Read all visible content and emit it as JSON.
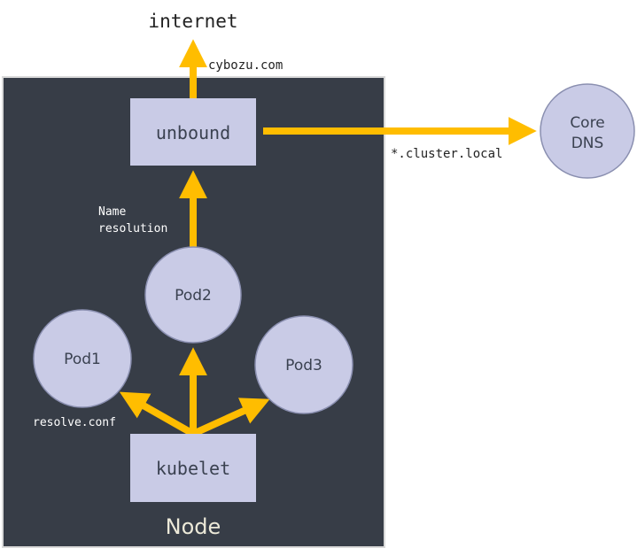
{
  "internet_label": "internet",
  "node_label": "Node",
  "boxes": {
    "unbound": "unbound",
    "kubelet": "kubelet"
  },
  "nodes": {
    "coredns_line1": "Core",
    "coredns_line2": "DNS",
    "pod1": "Pod1",
    "pod2": "Pod2",
    "pod3": "Pod3"
  },
  "edge_labels": {
    "cybozu": "cybozu.com",
    "cluster_local": "*.cluster.local",
    "name_resolution_1": "Name",
    "name_resolution_2": "resolution",
    "resolve_conf": "resolve.conf"
  },
  "colors": {
    "node_bg": "#373d47",
    "node_border": "#d9d9d9",
    "box_fill": "#c9cbe6",
    "circle_fill": "#c9cbe6",
    "circle_stroke": "#8a8fb0",
    "arrow": "#ffbd00",
    "box_text": "#3a4150",
    "node_label_text": "#ece9d8",
    "on_dark_text": "#ffffff",
    "on_light_text": "#222222"
  }
}
